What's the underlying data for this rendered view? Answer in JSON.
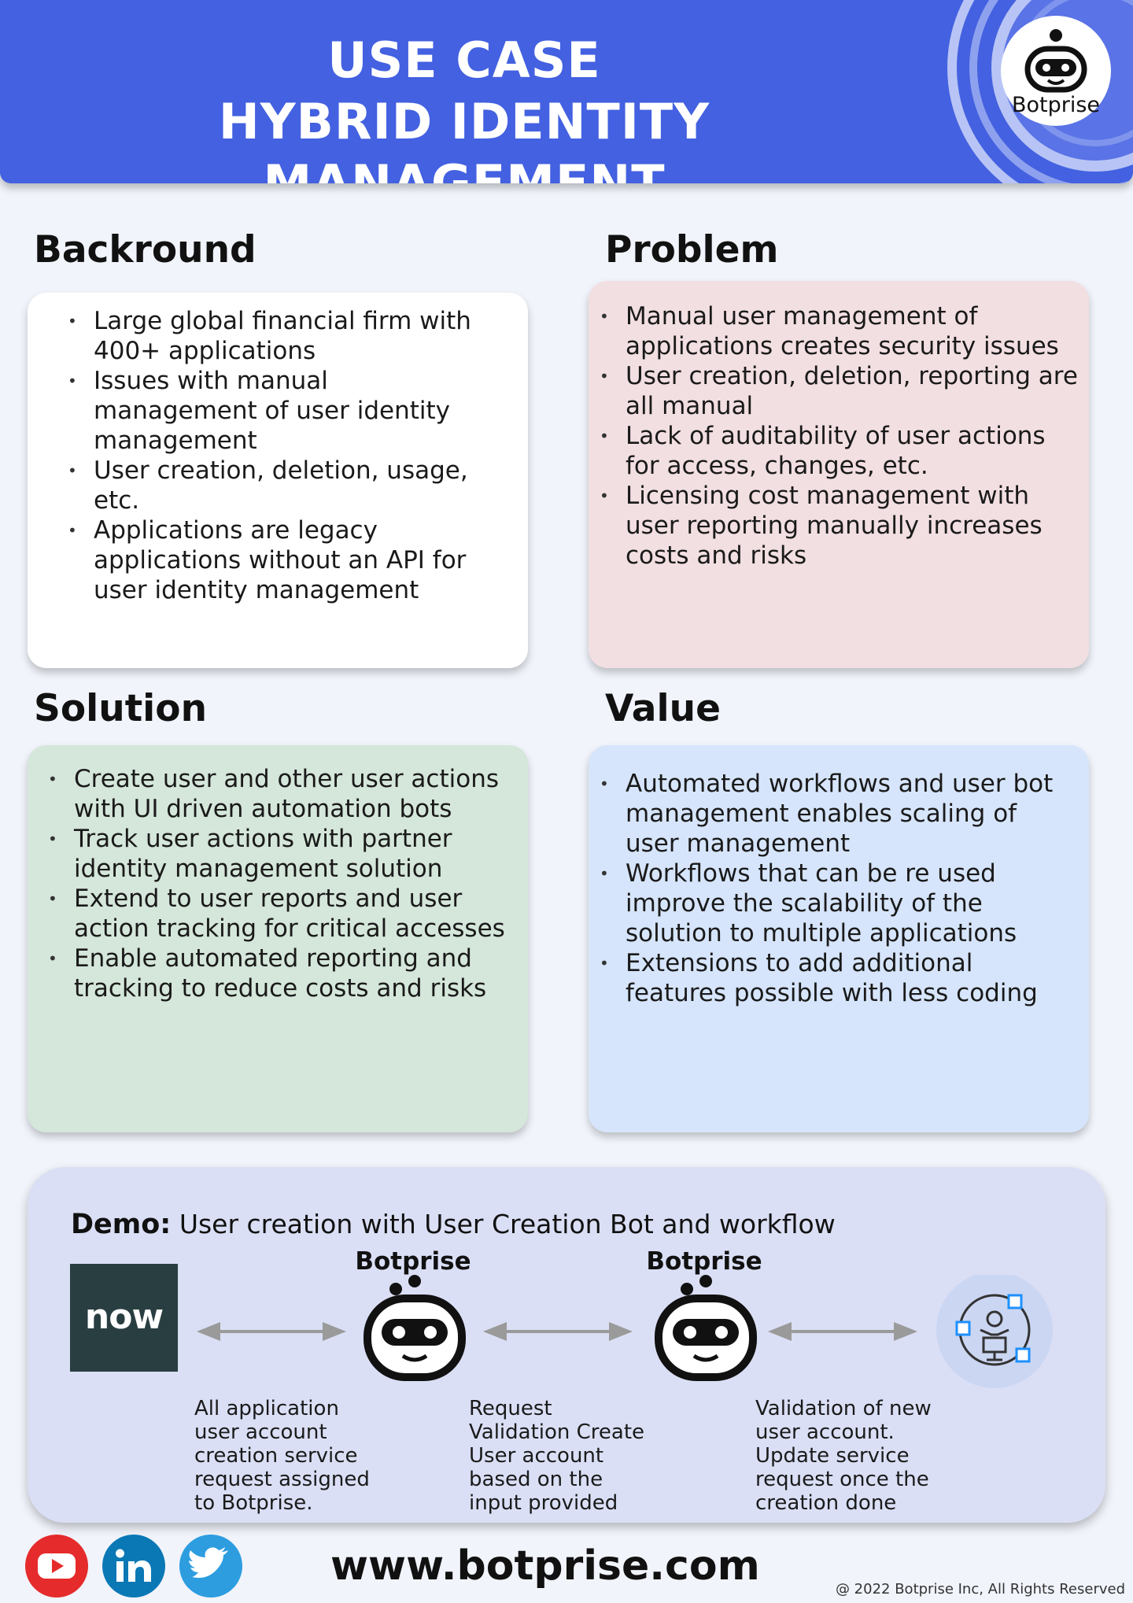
{
  "header": {
    "title_line1": "USE CASE",
    "title_line2": "HYBRID IDENTITY MANAGEMENT",
    "logo_text": "Botprise"
  },
  "sections": {
    "background": {
      "title": "Backround",
      "items": [
        "Large global financial firm with 400+ applications",
        "Issues with manual management of user identity management",
        "User creation, deletion, usage, etc.",
        "Applications are legacy applications without an API for user identity management"
      ]
    },
    "problem": {
      "title": "Problem",
      "items": [
        "Manual user management of applications creates security issues",
        "User creation, deletion, reporting are all manual",
        "Lack of auditability of user actions for access, changes, etc.",
        "Licensing cost management with user reporting manually  increases costs and risks"
      ]
    },
    "solution": {
      "title": "Solution",
      "items": [
        "Create user and other user actions with UI driven automation bots",
        "Track user actions with partner identity management solution",
        "Extend to user reports and user action tracking for critical accesses",
        "Enable automated reporting and tracking to reduce costs and risks"
      ]
    },
    "value": {
      "title": "Value",
      "items": [
        "Automated workflows and user bot management enables scaling of user management",
        "Workflows that can be re used improve the scalability of the solution to multiple applications",
        "Extensions to add additional features possible with less coding"
      ]
    }
  },
  "demo": {
    "label": "Demo:",
    "title": "User creation with User Creation Bot and workflow",
    "now_logo": "now",
    "bot1_label": "Botprise",
    "bot2_label": "Botprise",
    "desc1": "All application user account creation service request assigned to Botprise.",
    "desc2": "Request Validation Create User account based on the input provided",
    "desc3": "Validation of new user account. Update service request once the creation done"
  },
  "footer": {
    "url": "www.botprise.com",
    "copyright": "@ 2022 Botprise Inc, All Rights Reserved",
    "social": [
      "youtube-icon",
      "linkedin-icon",
      "twitter-icon"
    ]
  },
  "colors": {
    "header": "#4361e0",
    "background_card": "#ffffff",
    "problem_card": "#f2dfe2",
    "solution_card": "#d5e6da",
    "value_card": "#d6e5fb",
    "demo_panel": "#dadff5",
    "youtube": "#e52b2b",
    "linkedin": "#0a78b5",
    "twitter": "#2d9de0"
  }
}
